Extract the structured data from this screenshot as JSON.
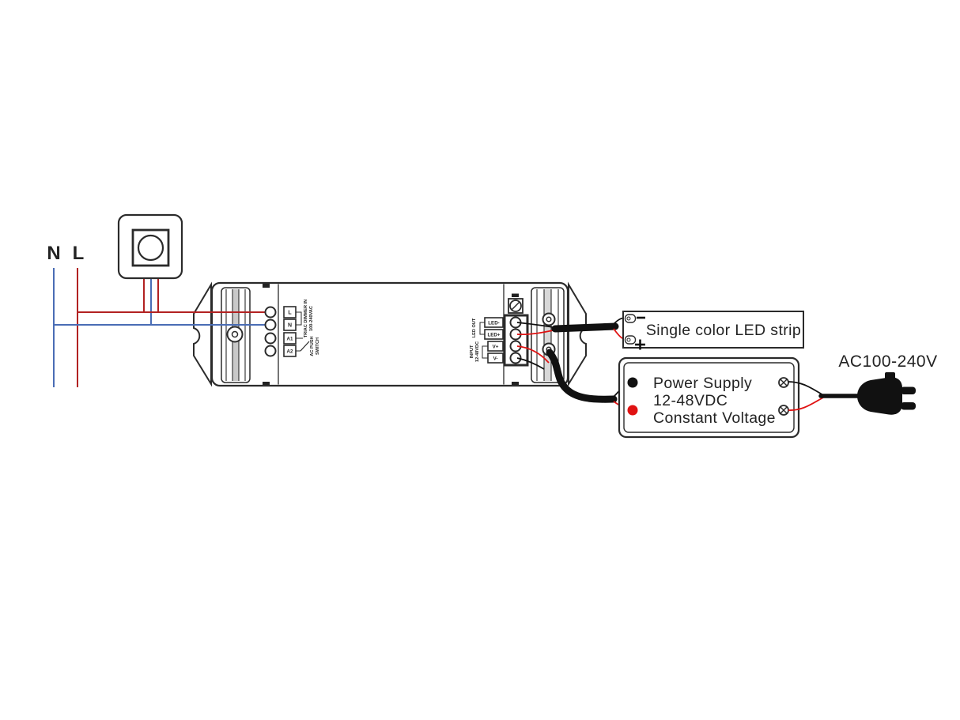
{
  "colors": {
    "outline": "#2b2b2b",
    "mains_red": "#b22222",
    "neutral_blue": "#4a6db5",
    "dc_red": "#e01212",
    "black_wire": "#111111",
    "fin_gray": "#c9c9c9"
  },
  "mains": {
    "neutral_label": "N",
    "live_label": "L"
  },
  "controller": {
    "input_terminals": [
      "L",
      "N",
      "A1",
      "A2"
    ],
    "input_caption_line1": "TRIAC DIMMER IN",
    "input_caption_line2": "100-240VAC",
    "push_caption_line1": "AC PUSH",
    "push_caption_line2": "SWITCH",
    "output_terminals": [
      "LED-",
      "LED+",
      "V+",
      "V-"
    ],
    "output_caption": "LED OUT",
    "dc_input_caption_line1": "INPUT",
    "dc_input_caption_line2": "12-48VDC"
  },
  "led_strip": {
    "label": "Single color LED strip",
    "minus": "−",
    "plus": "+"
  },
  "power_supply": {
    "line1": "Power Supply",
    "line2": "12-48VDC",
    "line3": "Constant Voltage"
  },
  "ac_plug": {
    "label": "AC100-240V"
  }
}
